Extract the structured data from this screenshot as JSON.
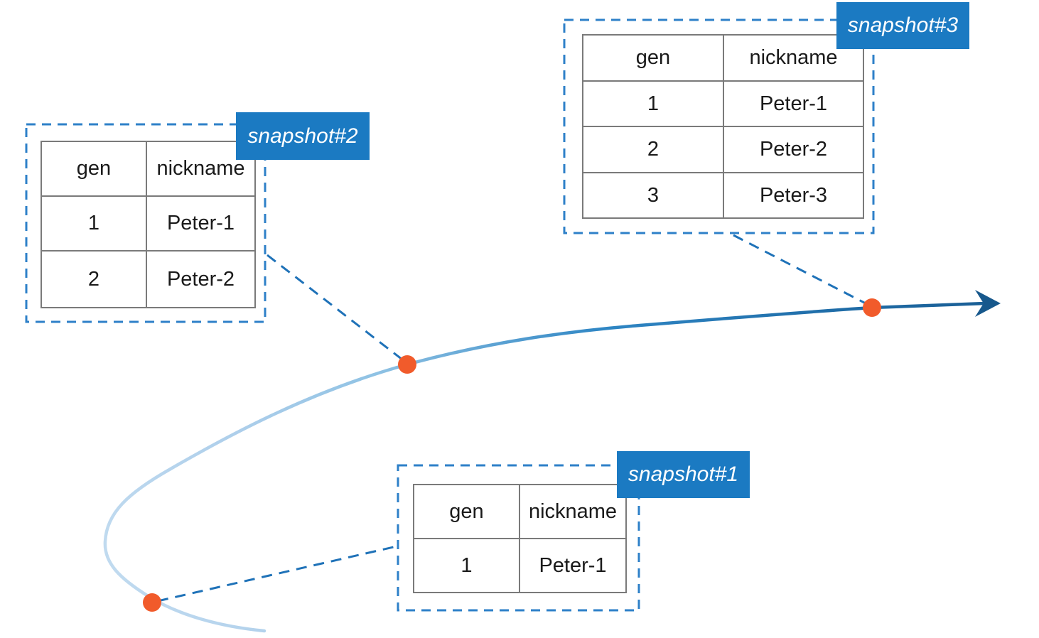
{
  "diagram_title": "",
  "snapshots": [
    {
      "label": "snapshot#1",
      "table": {
        "headers": [
          "gen",
          "nickname"
        ],
        "rows": [
          [
            "1",
            "Peter-1"
          ]
        ]
      }
    },
    {
      "label": "snapshot#2",
      "table": {
        "headers": [
          "gen",
          "nickname"
        ],
        "rows": [
          [
            "1",
            "Peter-1"
          ],
          [
            "2",
            "Peter-2"
          ]
        ]
      }
    },
    {
      "label": "snapshot#3",
      "table": {
        "headers": [
          "gen",
          "nickname"
        ],
        "rows": [
          [
            "1",
            "Peter-1"
          ],
          [
            "2",
            "Peter-2"
          ],
          [
            "3",
            "Peter-3"
          ]
        ]
      }
    }
  ],
  "colors": {
    "label_background": "#1b7ac2",
    "label_text": "#ffffff",
    "dashed_box_blue": "#2e80c8",
    "connector_blue": "#1f72b8",
    "curve_light": "#bdd8ef",
    "curve_dark": "#1a5d93",
    "arrowhead": "#17588c",
    "point_orange": "#f15b2b",
    "table_border": "#7a7a7a"
  }
}
